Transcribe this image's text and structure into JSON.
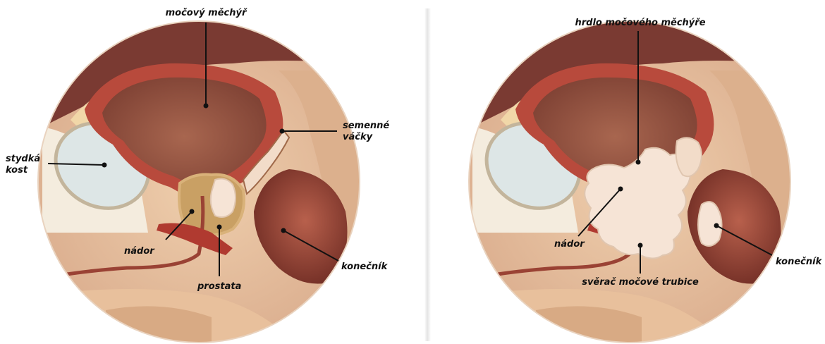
{
  "left_panel": {
    "labels": {
      "bladder": "močový měchýř",
      "seminal_vesicles_line1": "semenné",
      "seminal_vesicles_line2": "váčky",
      "pubic_bone_line1": "stydká",
      "pubic_bone_line2": "kost",
      "tumor": "nádor",
      "prostate": "prostata",
      "rectum": "konečník"
    }
  },
  "right_panel": {
    "labels": {
      "bladder_neck": "hrdlo močového měchýře",
      "tumor": "nádor",
      "sphincter": "svěrač močové trubice",
      "rectum": "konečník"
    }
  },
  "colors": {
    "background_tissue": "#e9c7a6",
    "bladder_wall": "#b84a3c",
    "bladder_lumen": "#9a5a4a",
    "bone": "#dde6e6",
    "prostate": "#c9a064",
    "tumor": "#f6e4d6",
    "rectum": "#8a3e34"
  }
}
